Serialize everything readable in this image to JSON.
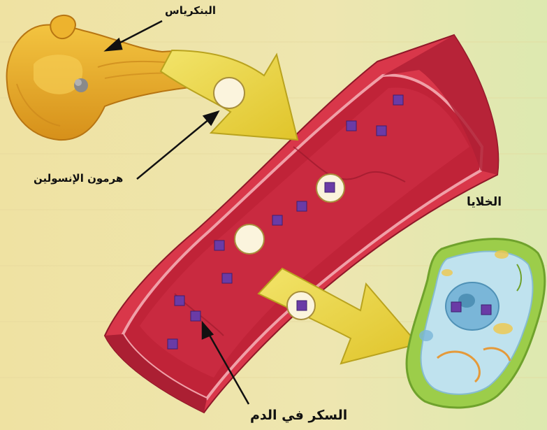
{
  "labels": {
    "pancreas": "البنكرياس",
    "insulin": "هرمون الإنسولين",
    "cells": "الخلايا",
    "blood_sugar": "السكر في الدم"
  },
  "colors": {
    "background": "#efe4a8",
    "pancreas": "#e9ae24",
    "vessel_wall": "#d9374a",
    "vessel_inner": "#c02338",
    "arrow": "#e8d43c",
    "insulin": "#fbf4dd",
    "sugar": "#6a3ba6",
    "cell_wall": "#9ccd4a",
    "cytoplasm": "#bfe2ee",
    "nucleus": "#7ab6d8"
  },
  "icons": {
    "insulin": "circle",
    "sugar": "square"
  }
}
